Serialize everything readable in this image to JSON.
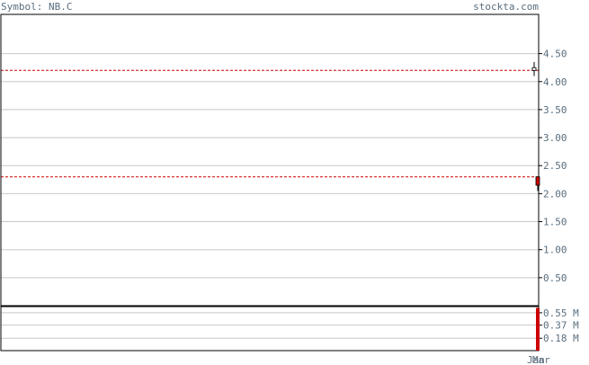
{
  "header": {
    "symbol_label": "Symbol: NB.C",
    "site": "stockta.com"
  },
  "colors": {
    "grid": "#c8c8c8",
    "frame": "#000000",
    "text": "#5a6e7e",
    "reference_line": "#cc0000",
    "down_candle": "#cc0000",
    "up_candle": "#ffffff",
    "volume_bar": "#cc0000"
  },
  "chart_data": [
    {
      "type": "candlestick",
      "title": "",
      "ylim": [
        0,
        5.2
      ],
      "y_ticks": [
        0.5,
        1.0,
        1.5,
        2.0,
        2.5,
        3.0,
        3.5,
        4.0,
        4.5
      ],
      "y_tick_labels": [
        "0.50",
        "1.00",
        "1.50",
        "2.00",
        "2.50",
        "3.00",
        "3.50",
        "4.00",
        "4.50"
      ],
      "grid": true,
      "reference_lines": [
        4.2,
        2.3
      ],
      "x_labels": [
        "Jan",
        "Mar"
      ],
      "candles": [
        {
          "open": 4.2,
          "high": 4.35,
          "low": 4.1,
          "close": 4.25
        },
        {
          "open": 2.3,
          "high": 2.3,
          "low": 2.05,
          "close": 2.15
        }
      ]
    },
    {
      "type": "bar",
      "title": "",
      "ylabel": "",
      "ylim": [
        0,
        0.64
      ],
      "y_ticks": [
        0.18,
        0.37,
        0.55
      ],
      "y_tick_labels": [
        "0.18 M",
        "0.37 M",
        "0.55 M"
      ],
      "grid": true,
      "values": [
        0.0,
        0.62
      ]
    }
  ]
}
